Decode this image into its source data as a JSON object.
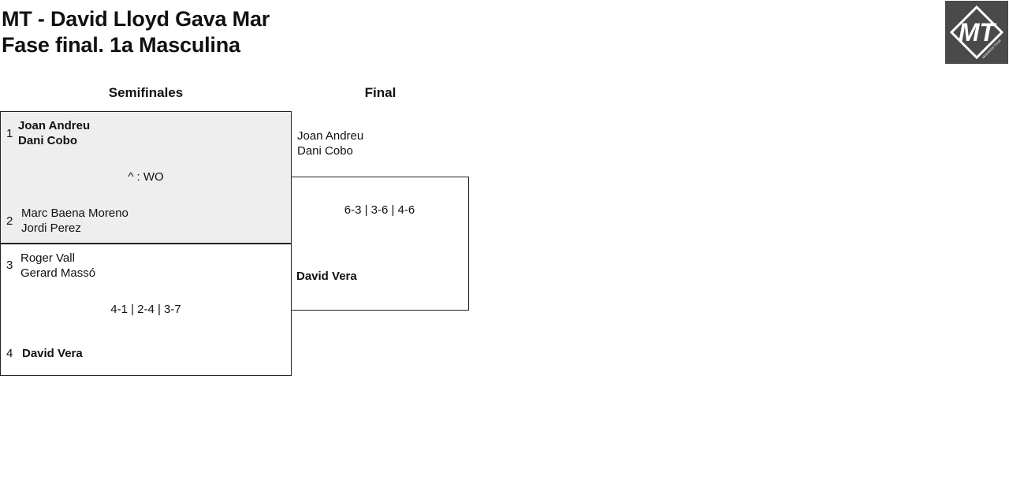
{
  "header": {
    "title_line1": "MT - David Lloyd Gava Mar",
    "title_line2": "Fase final. 1a Masculina"
  },
  "logo": {
    "letters": "MT",
    "tagline": "MADNESS TOUR"
  },
  "rounds": {
    "semifinals_label": "Semifinales",
    "final_label": "Final"
  },
  "semifinal1": {
    "team1": {
      "seed": "1",
      "player1": "Joan Andreu",
      "player2": "Dani Cobo"
    },
    "result": "^ : WO",
    "team2": {
      "seed": "2",
      "player1": "Marc Baena Moreno",
      "player2": "Jordi Perez"
    }
  },
  "semifinal2": {
    "team1": {
      "seed": "3",
      "player1": "Roger Vall",
      "player2": "Gerard Massó"
    },
    "result": "4-1 | 2-4 | 3-7",
    "team2": {
      "seed": "4",
      "player1": "David Vera"
    }
  },
  "final": {
    "team1": {
      "player1": "Joan Andreu",
      "player2": "Dani Cobo"
    },
    "result": "6-3 | 3-6 | 4-6",
    "team2": {
      "player1": "David Vera"
    }
  },
  "colors": {
    "shaded_match": "#eeeeee",
    "logo_bg": "#4a4a4a",
    "border": "#222222"
  }
}
